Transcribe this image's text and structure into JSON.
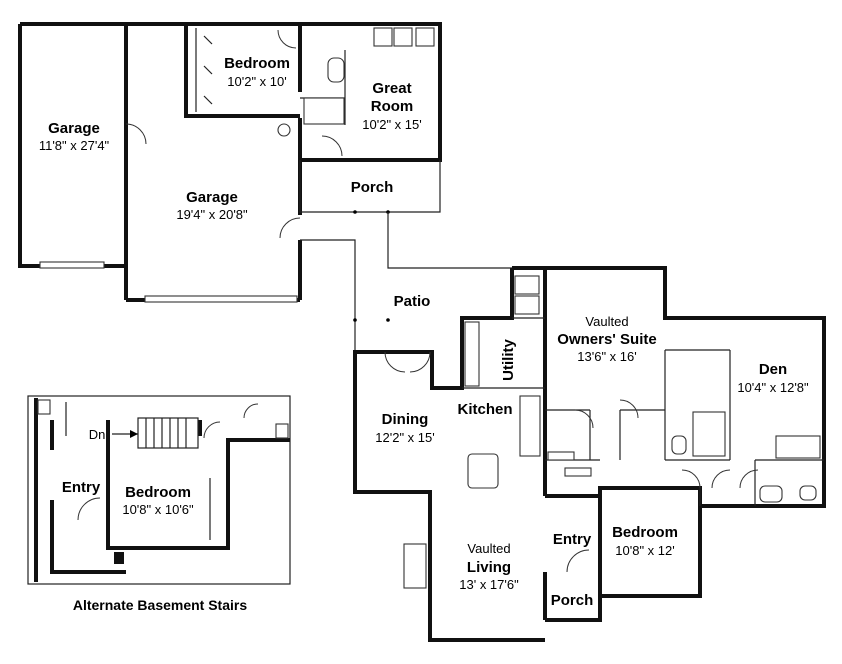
{
  "rooms": {
    "garage_left": {
      "name": "Garage",
      "dims": "11'8\" x 27'4\""
    },
    "bedroom_top": {
      "name": "Bedroom",
      "dims": "10'2\" x 10'"
    },
    "great_room": {
      "name_line1": "Great",
      "name_line2": "Room",
      "dims": "10'2\" x 15'"
    },
    "garage_main": {
      "name": "Garage",
      "dims": "19'4\" x 20'8\""
    },
    "porch_top": {
      "name": "Porch"
    },
    "patio": {
      "name": "Patio"
    },
    "owners_suite": {
      "line1": "Vaulted",
      "line2": "Owners' Suite",
      "dims": "13'6\" x 16'"
    },
    "den": {
      "name": "Den",
      "dims": "10'4\" x 12'8\""
    },
    "utility": {
      "name": "Utility"
    },
    "kitchen": {
      "name": "Kitchen"
    },
    "dining": {
      "name": "Dining",
      "dims": "12'2\" x 15'"
    },
    "entry_main": {
      "name": "Entry"
    },
    "bedroom_right": {
      "name": "Bedroom",
      "dims": "10'8\" x 12'"
    },
    "living": {
      "line1": "Vaulted",
      "line2": "Living",
      "dims": "13' x 17'6\""
    },
    "porch_front": {
      "name": "Porch"
    }
  },
  "inset": {
    "dn_label": "Dn",
    "entry": "Entry",
    "bedroom": {
      "name": "Bedroom",
      "dims": "10'8\" x 10'6\""
    },
    "caption": "Alternate Basement Stairs"
  }
}
